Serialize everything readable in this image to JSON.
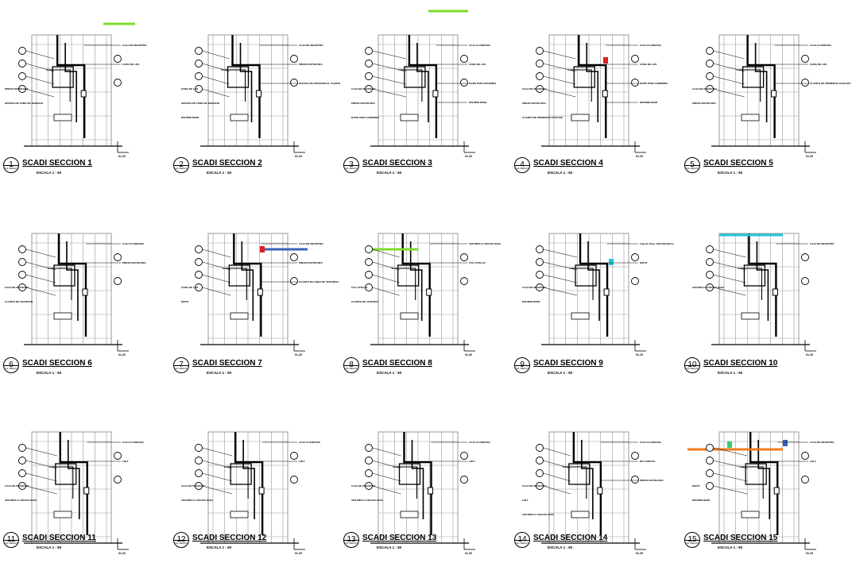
{
  "sections": [
    {
      "num": "1",
      "title": "SCADI SECCION 1",
      "scale": "ESCALA 1 : 50",
      "tag": "CAL.MENAY",
      "labels": [
        "CAJA DE REGISTRO",
        "PRESS BOTON REX",
        "CORA DE LOS",
        "OFICINA DE TOMA DE SERVICIO",
        "01.20"
      ]
    },
    {
      "num": "2",
      "title": "SCADI SECCION 2",
      "scale": "ESCALA 1 : 50",
      "tag": "CAL.MENAY",
      "labels": [
        "CAJA DE REGISTRO",
        "CORA DE LOS",
        "PRESS BOTON REX",
        "OFICINA DE TOMA DE SERVICIO",
        "OFICINA DE ATENCION AL CLIENTE",
        "DISTRIBUIDOR",
        "01.20"
      ]
    },
    {
      "num": "3",
      "title": "SCADI SECCION 3",
      "scale": "ESCALA 1 : 50",
      "tag": "CAL.MENAY",
      "labels": [
        "CAJA CUADRADA",
        "CAJA DE REGISTRO",
        "CORA DE LOS",
        "PRESS BOTON REX",
        "BAÑO PARA MUJERES",
        "BAÑO PARA HOMBRES",
        "DISTRIBUIDOR",
        "01.20"
      ]
    },
    {
      "num": "4",
      "title": "SCADI SECCION 4",
      "scale": "ESCALA 1 : 50",
      "tag": "CAL.MENAY",
      "labels": [
        "CAJA CUADRADA",
        "CAJA DE REGISTRO",
        "CORA DE LOS",
        "PRESS BOTON REX",
        "BAÑO PARA HOMBRES",
        "CUARTO DE PRIMEROS AUXILIOS",
        "DISTRIBUIDOR",
        "01.20"
      ]
    },
    {
      "num": "5",
      "title": "SCADI SECCION 5",
      "scale": "ESCALA 1 : 50",
      "tag": "CAL.MENAY",
      "labels": [
        "CAJA CUADRADA",
        "CAJA DE REGISTRO",
        "CORA DE LOS",
        "PRESS BOTON REX",
        "CUARTO DE PRIMEROS AUXILIOS",
        "01.20"
      ]
    },
    {
      "num": "6",
      "title": "SCADI SECCION 6",
      "scale": "ESCALA 1 : 50",
      "tag": "CAL.MENAY",
      "labels": [
        "CAJA CUADRADA",
        "CAJA DE REGISTRO",
        "PRESS BOTON REX",
        "CUARTO DE VESTIDOR",
        "01.20"
      ]
    },
    {
      "num": "7",
      "title": "SCADI SECCION 7",
      "scale": "ESCALA 1 : 50",
      "tag": "CAL.MENAY",
      "labels": [
        "CAJA DE REGISTRO",
        "CORA DE LOS",
        "PRESS BOTON REX",
        "MOTO",
        "CUARTO DE ASEO DE VESTIDOR",
        "01.20"
      ]
    },
    {
      "num": "8",
      "title": "SCADI SECCION 8",
      "scale": "ESCALA 1 : 50",
      "tag": "CAL.MENAY",
      "labels": [
        "VESTIBULO CON NO PASA",
        "COL-CTRA-01",
        "COL-CTRA-02",
        "CUARTO DE CONTROL",
        "01.20"
      ]
    },
    {
      "num": "9",
      "title": "SCADI SECCION 9",
      "scale": "ESCALA 1 : 50",
      "tag": "CAL.MENAY",
      "labels": [
        "Caja de Paso 100x100x50mm",
        "CAJA DE REGISTRO",
        "MOTO",
        "DISTRIBUIDOR",
        "01.20"
      ]
    },
    {
      "num": "10",
      "title": "SCADI SECCION 10",
      "scale": "ESCALA 1 : 50",
      "tag": "CAL.MENAY",
      "labels": [
        "CAJA DE REGISTRO",
        "VESTIBULO CON NO PASA",
        "01.20"
      ]
    },
    {
      "num": "11",
      "title": "SCADI SECCION 11",
      "scale": "ESCALA 1 : 50",
      "tag": "CAL.MENAY",
      "labels": [
        "CAJA CUADRADA",
        "CAJA DE REGISTRO",
        "LDLT",
        "VESTIBULO CON NO PASA",
        "01.20"
      ]
    },
    {
      "num": "12",
      "title": "SCADI SECCION 12",
      "scale": "ESCALA 1 : 50",
      "tag": "CAL.MENAY",
      "labels": [
        "CAJA CUADRADA",
        "CAJA DE REGISTRO",
        "LDLT",
        "VESTIBULO CON NO PASA",
        "01.20"
      ]
    },
    {
      "num": "13",
      "title": "SCADI SECCION 13",
      "scale": "ESCALA 1 : 50",
      "tag": "CAL.MENAY",
      "labels": [
        "CAJA CUADRADA",
        "CAJA DE REGISTRO",
        "LDLT",
        "VESTIBULO CON NO PASA",
        "01.20"
      ]
    },
    {
      "num": "14",
      "title": "SCADI SECCION 14",
      "scale": "ESCALA 1 : 50",
      "tag": "CAL.MENAY",
      "labels": [
        "CAJA CUADRADA",
        "CAJA DE REGISTRO",
        "KEY SWITCH",
        "LDLT",
        "PRESS BOTON REX",
        "VESTIBULO CON NO PASA",
        "01.20"
      ]
    },
    {
      "num": "15",
      "title": "SCADI SECCION 15",
      "scale": "ESCALA 1 : 50",
      "tag": "CAL.MENAY",
      "labels": [
        "CAJA DE REGISTRO",
        "MOTO",
        "LDLT",
        "DISTRIBUIDOR",
        "01.20"
      ]
    }
  ],
  "colors": {
    "line": "#000000",
    "grey": "#9a9a9a",
    "green": "#7ddc2a",
    "blue": "#3a64b8",
    "orange": "#f07a1e",
    "red": "#e02020",
    "cyan": "#1fc7d8",
    "limegreen": "#2fd06a"
  }
}
